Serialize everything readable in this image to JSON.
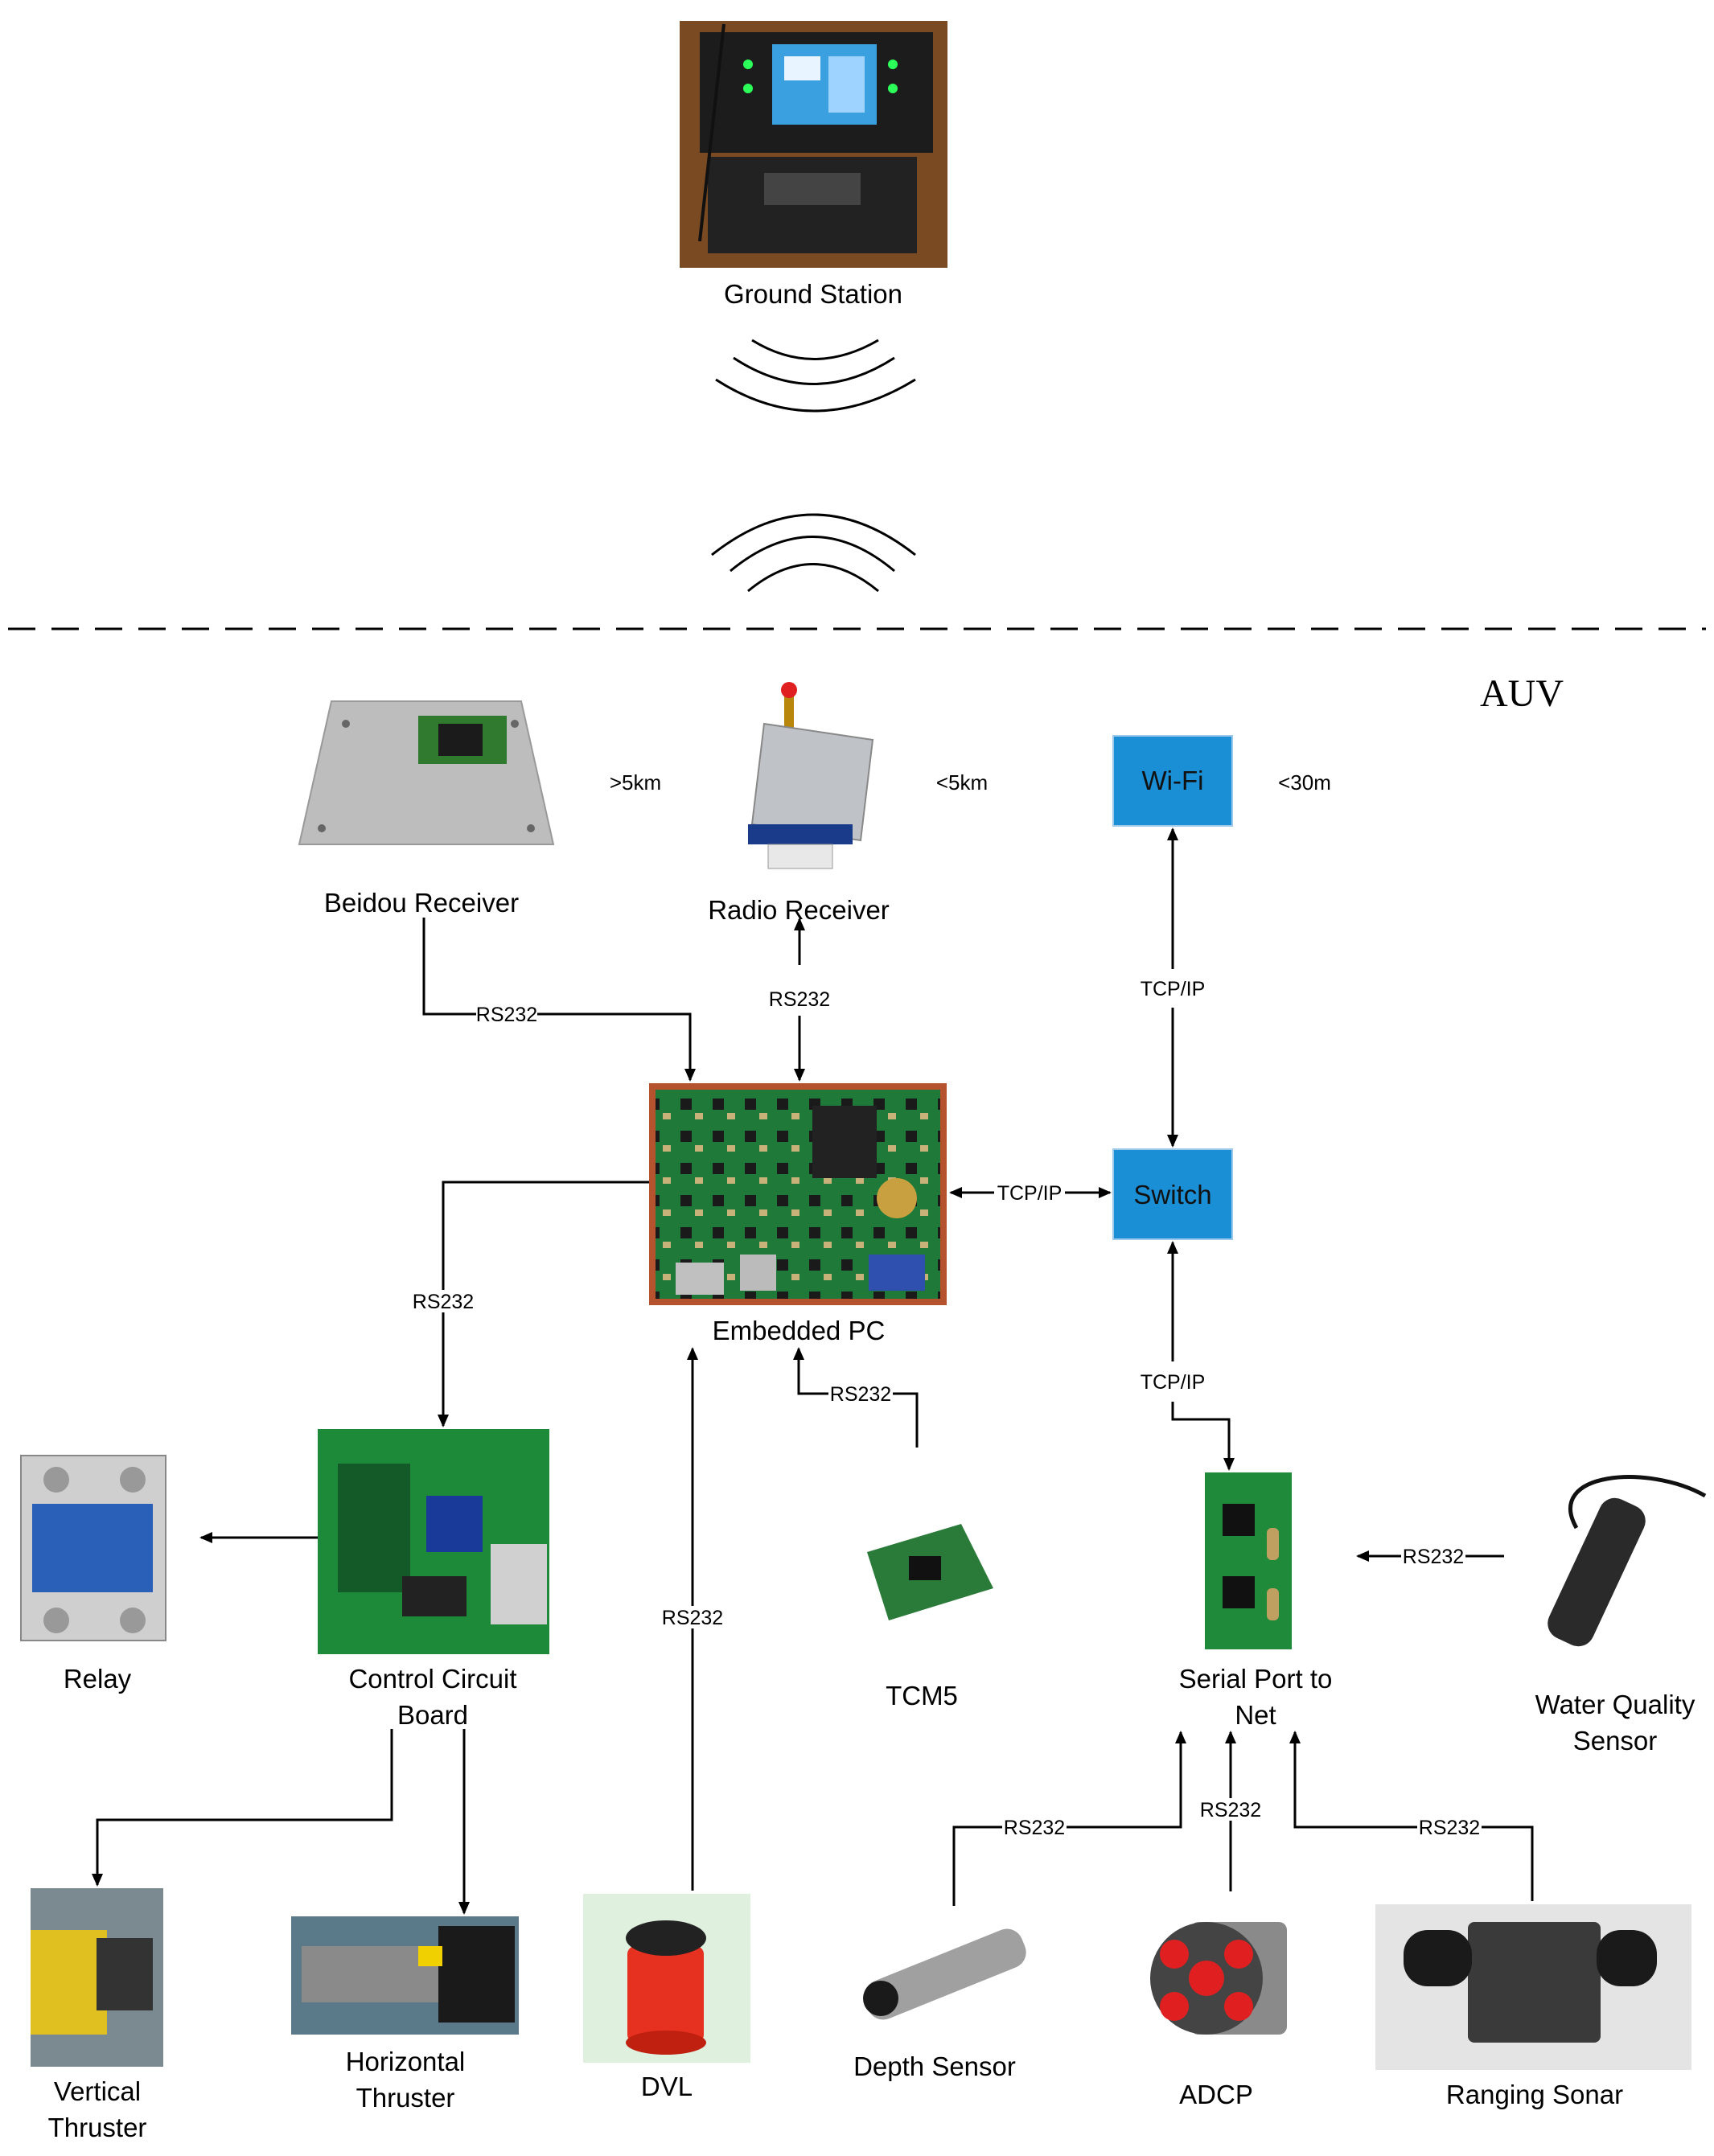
{
  "region_label": "AUV",
  "ground_station": {
    "label": "Ground Station"
  },
  "ranges": {
    "beidou": ">5km",
    "radio": "<5km",
    "wifi": "<30m"
  },
  "components": {
    "beidou": "Beidou Receiver",
    "radio": "Radio Receiver",
    "wifi": "Wi-Fi",
    "switch": "Switch",
    "embedded_pc": "Embedded PC",
    "control_board_l1": "Control Circuit",
    "control_board_l2": "Board",
    "relay": "Relay",
    "tcm5": "TCM5",
    "serial_l1": "Serial Port to",
    "serial_l2": "Net",
    "water_l1": "Water Quality",
    "water_l2": "Sensor",
    "vertical_l1": "Vertical",
    "vertical_l2": "Thruster",
    "horizontal_l1": "Horizontal",
    "horizontal_l2": "Thruster",
    "dvl": "DVL",
    "depth": "Depth Sensor",
    "adcp": "ADCP",
    "sonar": "Ranging Sonar"
  },
  "links": {
    "rs232": "RS232",
    "tcpip": "TCP/IP"
  },
  "colors": {
    "box_blue": "#1a8fd6",
    "pcb_green": "#1f7a3a",
    "line": "#000000"
  }
}
